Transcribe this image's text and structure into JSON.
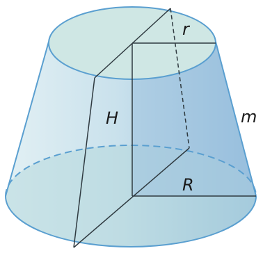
{
  "labels": {
    "top_radius": "r",
    "height": "H",
    "slant": "m",
    "bottom_radius": "R"
  },
  "colors": {
    "outline": "#5a9fd0",
    "side_fill": "#cfe6ee",
    "side_fill_dark": "#9fc3df",
    "top_fill": "#cfe7e4",
    "bottom_fill": "#b6d9dc",
    "section_fill": "#a9c9e2",
    "inner_line": "#2f3a40",
    "label": "#1a1a1a"
  }
}
